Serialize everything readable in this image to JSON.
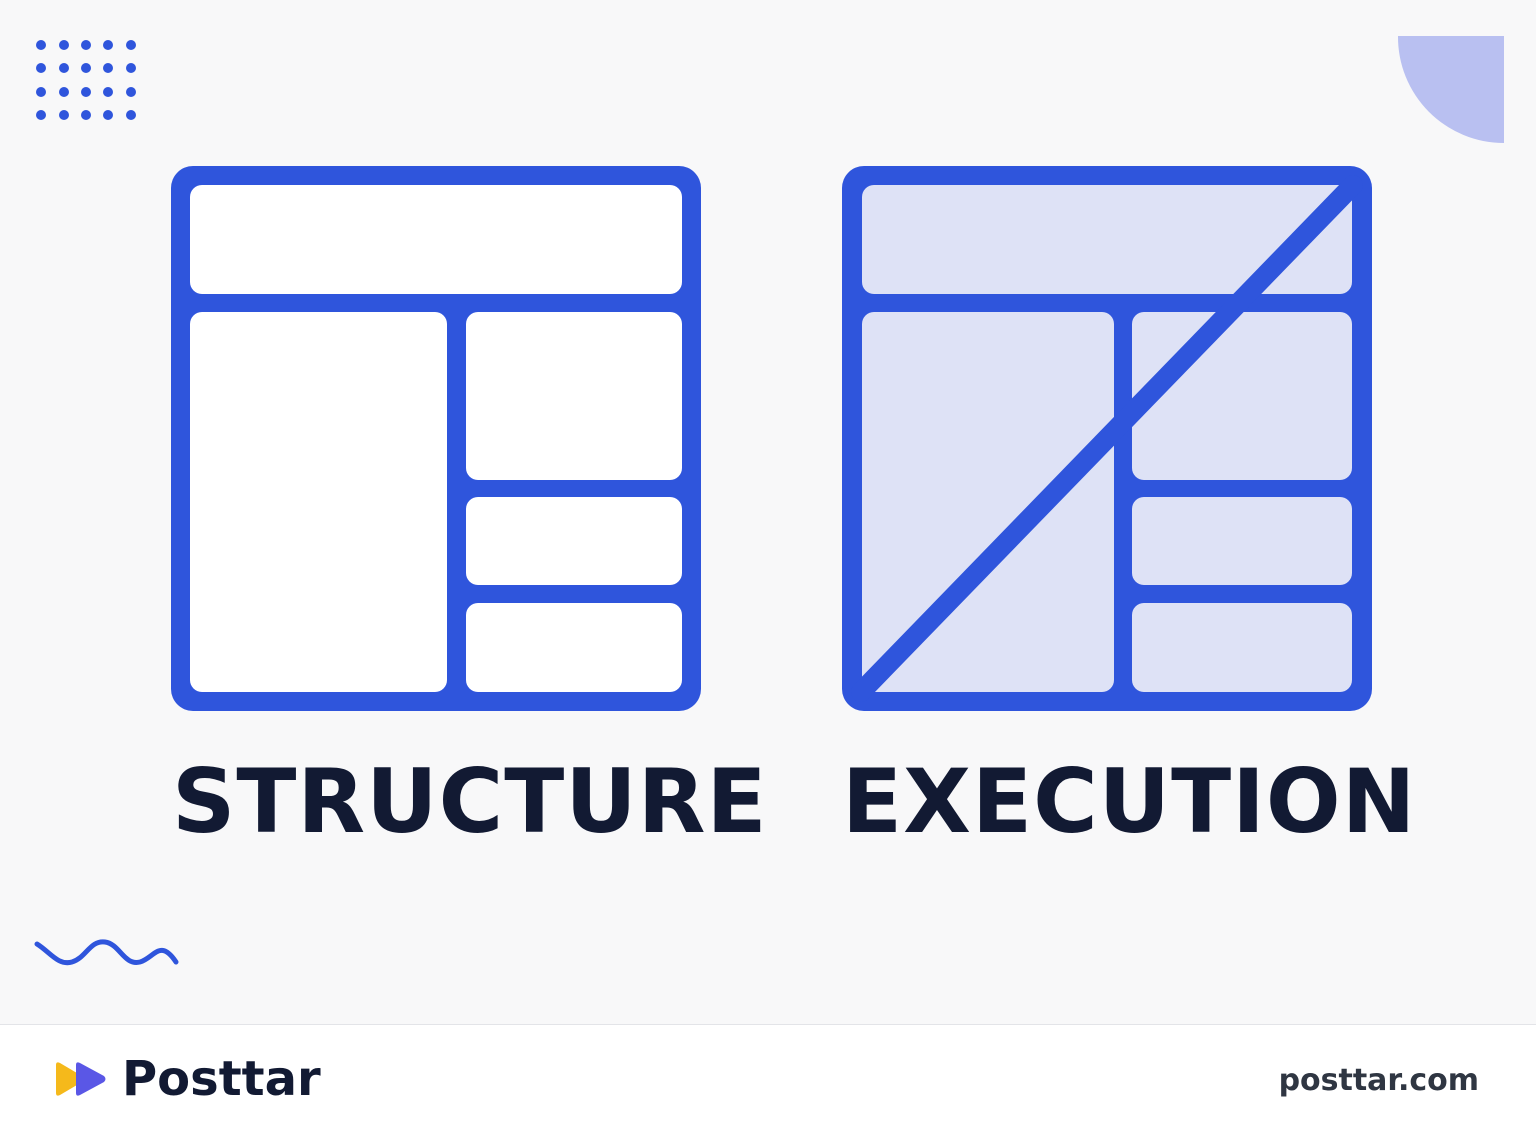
{
  "diagram": {
    "left_label": "STRUCTURE",
    "right_label": "EXECUTION"
  },
  "footer": {
    "brand_name": "Posttar",
    "site_url": "posttar.com"
  },
  "colors": {
    "accent_blue": "#2f55dc",
    "light_fill": "#dee2f6",
    "corner_shape": "#b9c0f1",
    "text_dark": "#121a33",
    "logo_yellow": "#f5b91b",
    "logo_purple": "#5a57e6"
  },
  "icons": {
    "top_left": "dot-grid-icon",
    "top_right": "quarter-circle-icon",
    "bottom_left": "wave-icon",
    "logo": "play-forward-logo-icon"
  }
}
